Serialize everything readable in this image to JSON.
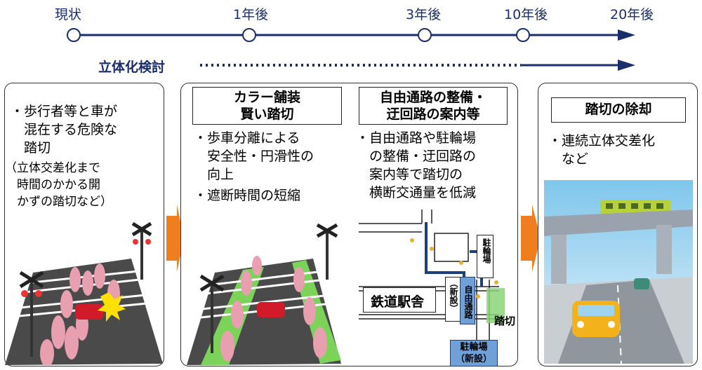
{
  "timeline": {
    "stages": [
      "現状",
      "1年後",
      "3年後",
      "10年後",
      "20年後"
    ],
    "study_label": "立体化検討"
  },
  "panel1": {
    "lines": [
      "・歩行者等と車が",
      "　混在する危険な",
      "　踏切"
    ],
    "note_lines": [
      "（立体交差化まで",
      "　時間のかかる開",
      "　かずの踏切など）"
    ]
  },
  "panel2": {
    "title_lines": [
      "カラー舗装",
      "賢い踏切"
    ],
    "bullet1": [
      "・歩車分離による",
      "　安全性・円滑性の",
      "　向上"
    ],
    "bullet2": "・遮断時間の短縮"
  },
  "panel3": {
    "title_lines": [
      "自由通路の整備・",
      "迂回路の案内等"
    ],
    "lines": [
      "・自由通路や駐輪場",
      "　の整備・迂回路の",
      "　案内等で踏切の",
      "　横断交通量を低減"
    ],
    "map": {
      "station": "鉄道駅舎",
      "bike_parking": "駐輪場",
      "new_label": "（新設）",
      "free_passage": "自由通路",
      "bike_parking_new_lines": [
        "駐輪場",
        "（新設）"
      ],
      "crossing": "踏切"
    }
  },
  "panel4": {
    "title": "踏切の除却",
    "lines": [
      "・連続立体交差化",
      "　など"
    ]
  },
  "colors": {
    "timeline": "#1a2e6b",
    "arrow": "#f07d1e",
    "blue_box": "#6fa0d8"
  }
}
